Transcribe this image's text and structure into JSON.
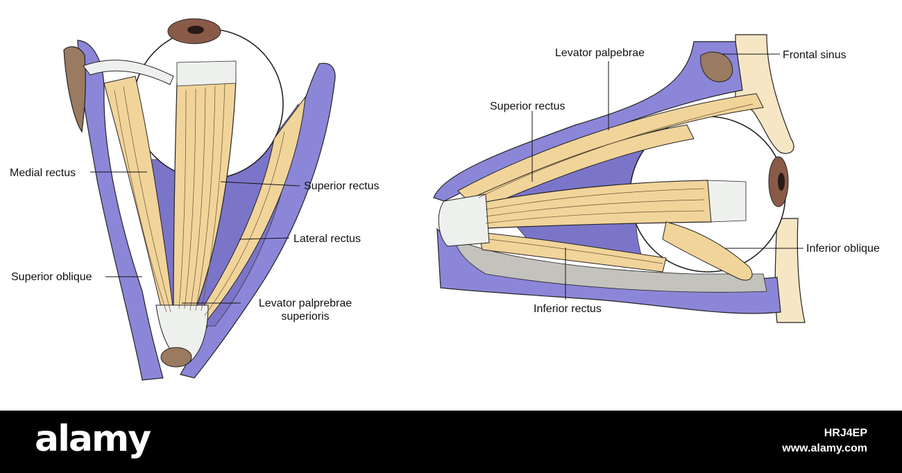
{
  "labels": {
    "medial_rectus": "Medial rectus",
    "superior_rectus_left": "Superior rectus",
    "lateral_rectus": "Lateral rectus",
    "superior_oblique": "Superior oblique",
    "levator_left_line1": "Levator palprebrae",
    "levator_left_line2": "superioris",
    "levator_right": "Levator palpebrae",
    "frontal_sinus": "Frontal sinus",
    "superior_rectus_right": "Superior rectus",
    "inferior_oblique": "Inferior oblique",
    "inferior_rectus": "Inferior rectus"
  },
  "footer": {
    "brand": "alamy",
    "image_id": "HRJ4EP",
    "site_url": "www.alamy.com"
  },
  "colors": {
    "orbit_purple": "#8b86d8",
    "muscle_tan": "#f1d49a",
    "tendon_white": "#eef0ee",
    "bone_cream": "#f6e6c4",
    "floor_gray": "#c4c2bd",
    "iris_brown": "#8a5a48",
    "footer_black": "#000000"
  }
}
